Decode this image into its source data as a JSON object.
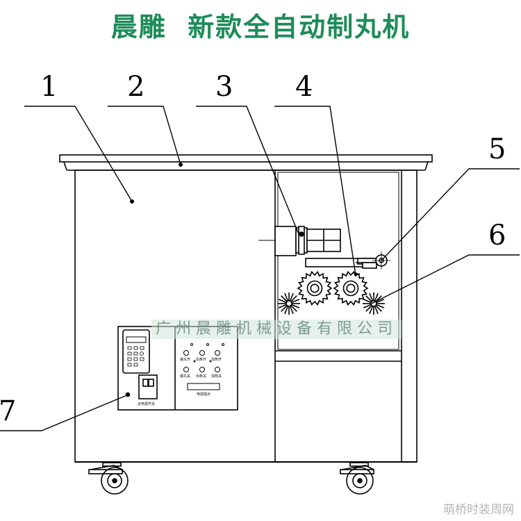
{
  "title": "晨雕  新款全自动制丸机",
  "callouts": [
    "1",
    "2",
    "3",
    "4",
    "5",
    "6",
    "7"
  ],
  "watermark": "广州晨雕机械设备有限公司",
  "site_mark": "萌桥时装周网",
  "control_panel": {
    "button_labels_row1": [
      "搓丸开",
      "出条开",
      "加热开"
    ],
    "button_labels_row2": [
      "搓丸关",
      "出条关",
      "加热关"
    ],
    "indicator_label": "电源指示",
    "breaker_label": "总电源开关"
  }
}
